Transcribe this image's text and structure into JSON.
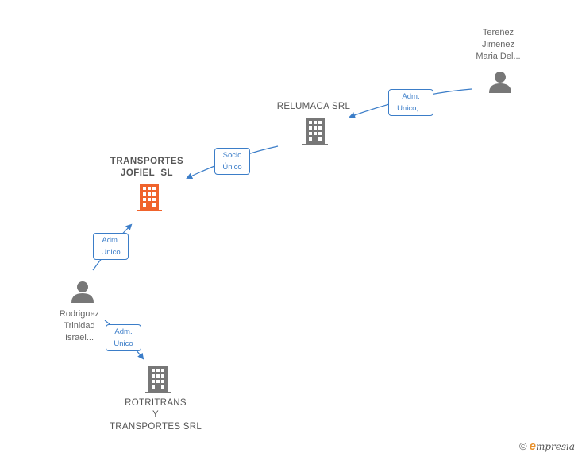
{
  "nodes": {
    "terenez": {
      "lines": [
        "Tereñez",
        "Jimenez",
        "Maria Del..."
      ],
      "type": "person"
    },
    "relumaca": {
      "lines": [
        "RELUMACA SRL"
      ],
      "type": "company"
    },
    "transportes": {
      "lines": [
        "TRANSPORTES",
        "JOFIEL  SL"
      ],
      "type": "company",
      "highlight": true
    },
    "rodriguez": {
      "lines": [
        "Rodriguez",
        "Trinidad",
        "Israel..."
      ],
      "type": "person"
    },
    "rotritrans": {
      "lines": [
        "ROTRITRANS",
        "Y",
        "TRANSPORTES SRL"
      ],
      "type": "company"
    }
  },
  "relations": {
    "terenez_relumaca": [
      "Adm.",
      "Unico,..."
    ],
    "relumaca_transportes": [
      "Socio",
      "Único"
    ],
    "rodriguez_transportes": [
      "Adm.",
      "Unico"
    ],
    "rodriguez_rotritrans": [
      "Adm.",
      "Unico"
    ]
  },
  "footer": {
    "copyright": "©",
    "brand_e": "e",
    "brand_rest": "mpresia"
  },
  "colors": {
    "edge": "#3b7dc8",
    "company": "#777777",
    "highlight": "#f0632c",
    "person": "#777777"
  }
}
